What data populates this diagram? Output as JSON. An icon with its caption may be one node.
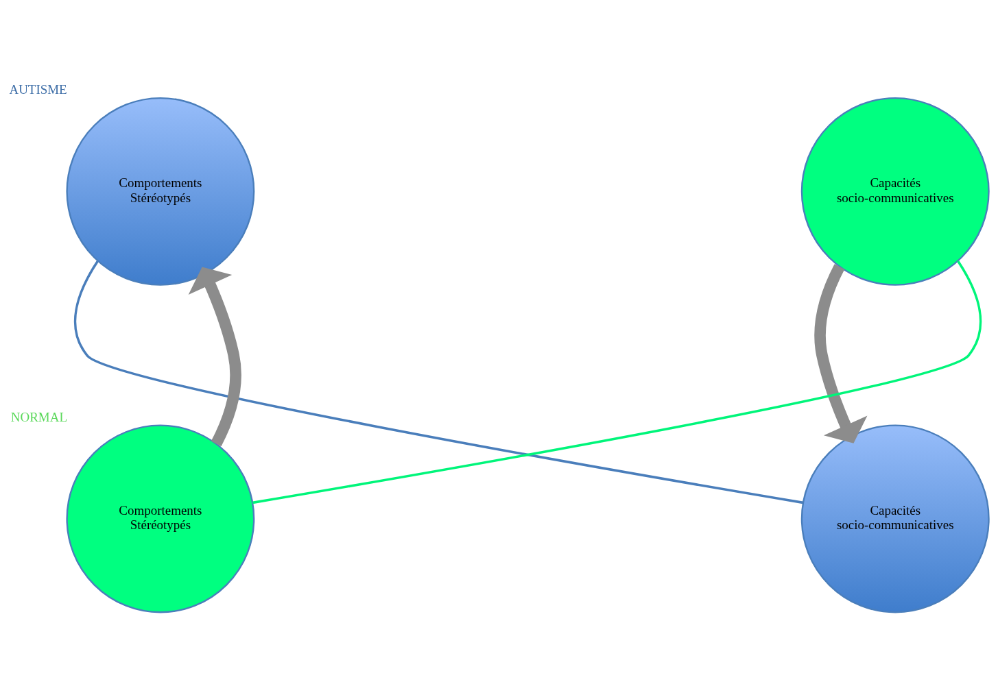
{
  "diagram": {
    "nodes": [
      {
        "text": [
          "Comportements Stéréotypés"
        ],
        "beside": [
          "AUTISME"
        ]
      },
      {
        "text": [
          "Capacités socio-communicatives"
        ]
      },
      {
        "text": [
          "Comportements Stéréotypés"
        ],
        "beside": [
          "NORMAL"
        ]
      },
      {
        "text": [
          "Capacités socio-communicatives"
        ]
      }
    ],
    "edges": [
      {
        "from": 0,
        "to": 3,
        "arrow": "none",
        "color": "#4a7ebb"
      },
      {
        "from": 2,
        "to": 1,
        "arrow": "none",
        "color": "#00f57a"
      },
      {
        "from": 2,
        "to": 0,
        "arrow": "to",
        "style": "thick"
      },
      {
        "from": 1,
        "to": 3,
        "arrow": "to",
        "style": "thick"
      }
    ]
  }
}
